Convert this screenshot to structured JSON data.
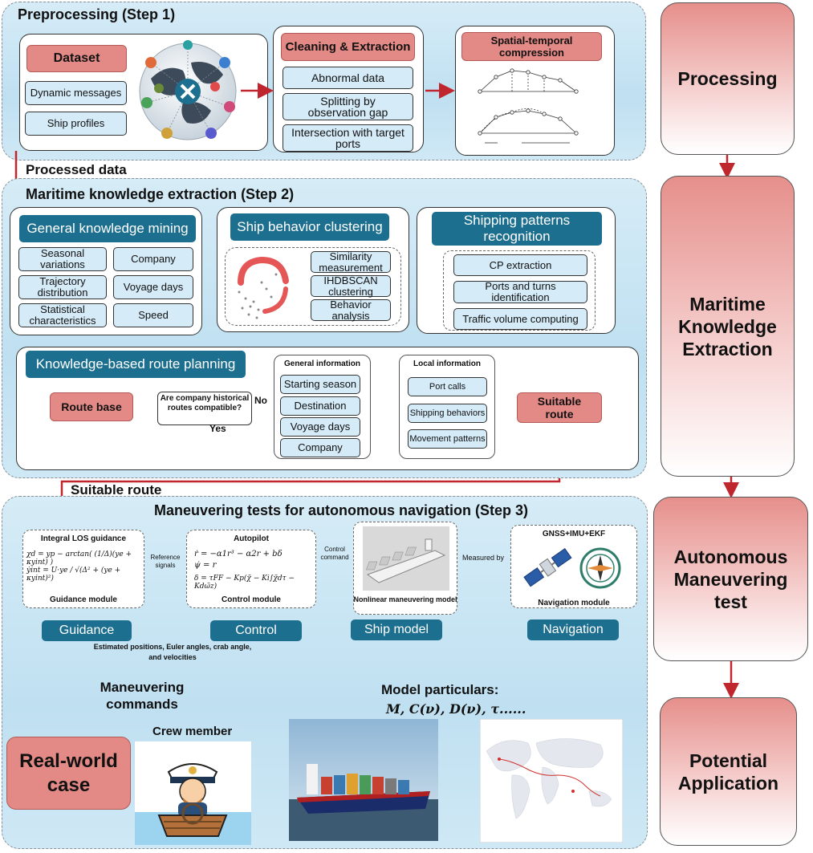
{
  "step1": {
    "title": "Preprocessing (Step 1)",
    "dataset": "Dataset",
    "dynamic_messages": "Dynamic messages",
    "ship_profiles": "Ship profiles",
    "cleaning_title": "Cleaning & Extraction",
    "abnormal": "Abnormal data",
    "splitting": "Splitting by observation gap",
    "intersection": "Intersection with target ports",
    "compression_title": "Spatial-temporal compression"
  },
  "processed_data": "Processed data",
  "step2": {
    "title": "Maritime knowledge extraction (Step 2)",
    "general_title": "General knowledge mining",
    "seasonal": "Seasonal variations",
    "company": "Company",
    "trajectory": "Trajectory distribution",
    "voyage_days": "Voyage days",
    "statistical": "Statistical characteristics",
    "speed": "Speed",
    "clustering_title": "Ship behavior clustering",
    "similarity": "Similarity measurement",
    "ihdbscan": "IHDBSCAN clustering",
    "behavior": "Behavior analysis",
    "patterns_title": "Shipping patterns recognition",
    "cp": "CP extraction",
    "ports_turns": "Ports and turns identification",
    "traffic": "Traffic volume computing",
    "route_planning_title": "Knowledge-based route planning",
    "route_base": "Route base",
    "decision": "Are company historical routes compatible?",
    "no": "No",
    "yes": "Yes",
    "general_info": "General information",
    "starting_season": "Starting season",
    "destination": "Destination",
    "gi_voyage_days": "Voyage days",
    "gi_company": "Company",
    "local_info": "Local information",
    "port_calls": "Port calls",
    "shipping_behaviors": "Shipping behaviors",
    "movement_patterns": "Movement patterns",
    "suitable_route": "Suitable route"
  },
  "suitable_route_label": "Suitable route",
  "step3": {
    "title": "Maneuvering tests for autonomous navigation (Step 3)",
    "los_title": "Integral LOS guidance",
    "los_eq1": "χd = yp − arctan( (1/Δ)(ye + κyint) )",
    "los_eq2": "ẏint = U·ye / √(Δ² + (ye + κyint)²)",
    "guidance_module": "Guidance module",
    "reference_signals": "Reference signals",
    "autopilot_title": "Autopilot",
    "ap_eq1": "ṙ = −α1r³ − α2r + bδ",
    "ap_eq2": "ψ̇ = r",
    "ap_eq3": "δ = τFF − Kp(χ̃ − Ki∫χ̃dτ − Kdω̃z)",
    "control_module": "Control module",
    "control_command": "Control command",
    "nonlinear_model": "Nonlinear maneuvering model",
    "measured_by": "Measured by",
    "gnss": "GNSS+IMU+EKF",
    "navigation_module": "Navigation module",
    "guidance": "Guidance",
    "control": "Control",
    "ship_model": "Ship model",
    "navigation": "Navigation",
    "estimated": "Estimated positions, Euler angles, crab angle, and velocities",
    "maneuvering_commands": "Maneuvering commands",
    "model_particulars": "Model particulars:",
    "model_terms": "M, C(ν), D(ν), τ......",
    "crew_member": "Crew member",
    "real_world_case": "Real-world case"
  },
  "side": {
    "processing": "Processing",
    "mke": "Maritime Knowledge Extraction",
    "amt": "Autonomous Maneuvering test",
    "pa": "Potential Application"
  },
  "colors": {
    "panel_blue": "#c7e4f3",
    "teal": "#1d6f8f",
    "pink": "#e38a86",
    "arrow_red": "#c0262d"
  }
}
